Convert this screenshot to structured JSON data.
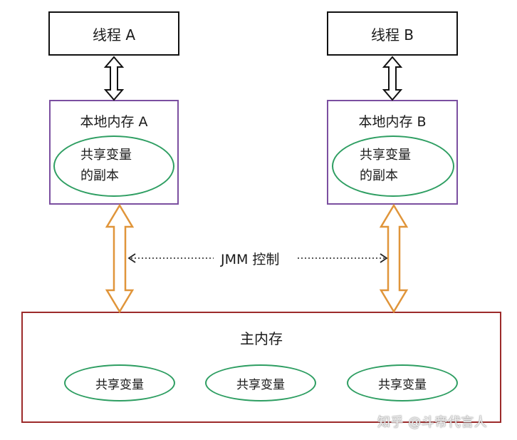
{
  "threads": [
    {
      "label": "线程 A"
    },
    {
      "label": "线程 B"
    }
  ],
  "local_memory": [
    {
      "title": "本地内存 A",
      "copy_line1": "共享变量",
      "copy_line2": "的副本"
    },
    {
      "title": "本地内存 B",
      "copy_line1": "共享变量",
      "copy_line2": "的副本"
    }
  ],
  "jmm_label": "JMM 控制",
  "main_memory": {
    "title": "主内存",
    "variables": [
      "共享变量",
      "共享变量",
      "共享变量"
    ]
  },
  "watermark": "知乎 @斗帝代言人",
  "colors": {
    "thread_border": "#111111",
    "local_border": "#7b4fa0",
    "main_border": "#9c2a2a",
    "ellipse_border": "#2e9e62",
    "arrow_orange": "#e0953a"
  }
}
